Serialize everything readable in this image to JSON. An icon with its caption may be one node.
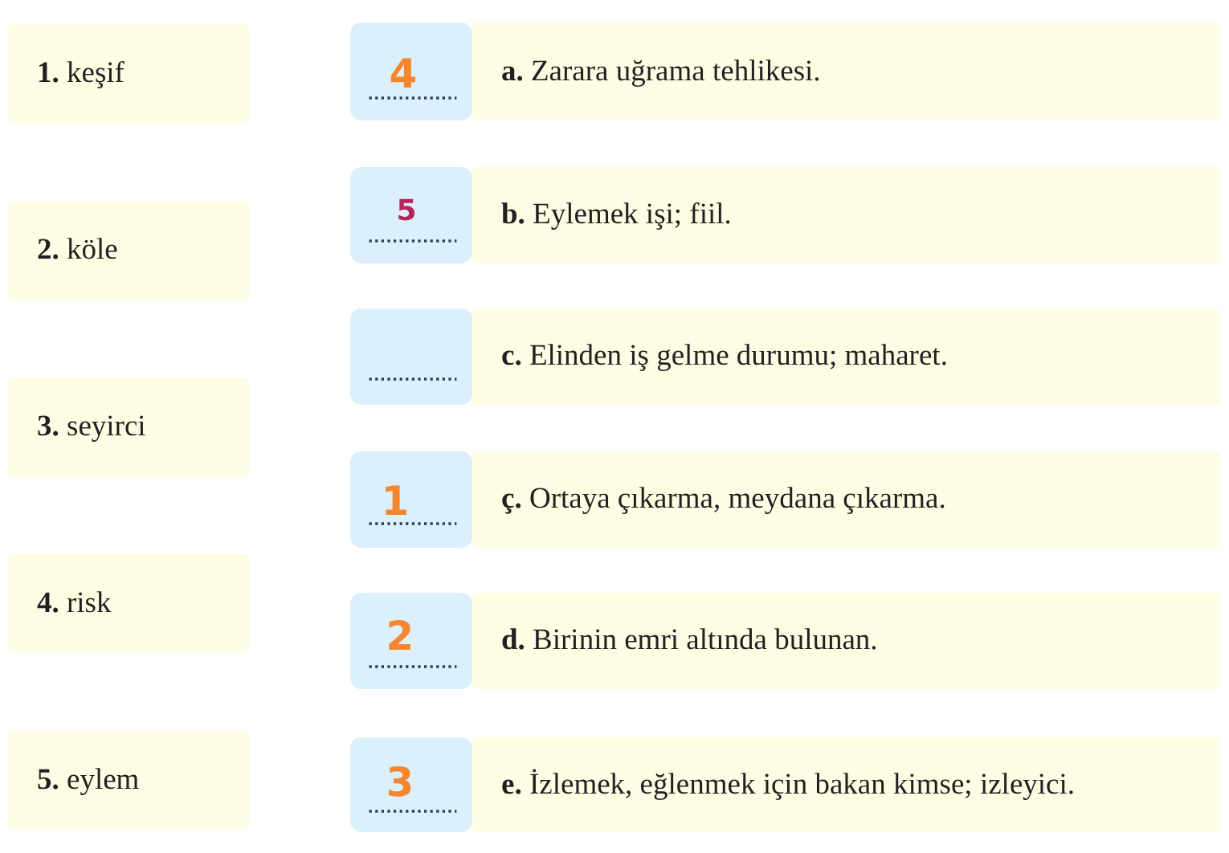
{
  "diagram": {
    "nodes": [
      {
        "text": [
          "**1.** keşif"
        ]
      },
      {
        "text": [
          "**2.** köle"
        ]
      },
      {
        "text": [
          "**3.** seyirci"
        ]
      },
      {
        "text": [
          "**4.** risk"
        ]
      },
      {
        "text": [
          "**5.** eylem"
        ]
      },
      {
        "text": [
          "4"
        ]
      },
      {
        "text": [
          "**a.** Zarara uğrama tehlikesi."
        ]
      },
      {
        "text": [
          "5"
        ]
      },
      {
        "text": [
          "**b.** Eylemek işi; fiil."
        ]
      },
      {
        "text": [],
        "shape": "box"
      },
      {
        "text": [
          "**c.** Elinden iş gelme durumu; maharet."
        ]
      },
      {
        "text": [
          "1"
        ]
      },
      {
        "text": [
          "**ç.** Ortaya çıkarma, meydana çıkarma."
        ]
      },
      {
        "text": [
          "2"
        ]
      },
      {
        "text": [
          "**d.** Birinin emri altında bulunan."
        ]
      },
      {
        "text": [
          "3"
        ]
      },
      {
        "text": [
          "**e.** İzlemek, eğlenmek için bakan kimse; izleyici."
        ]
      }
    ]
  }
}
